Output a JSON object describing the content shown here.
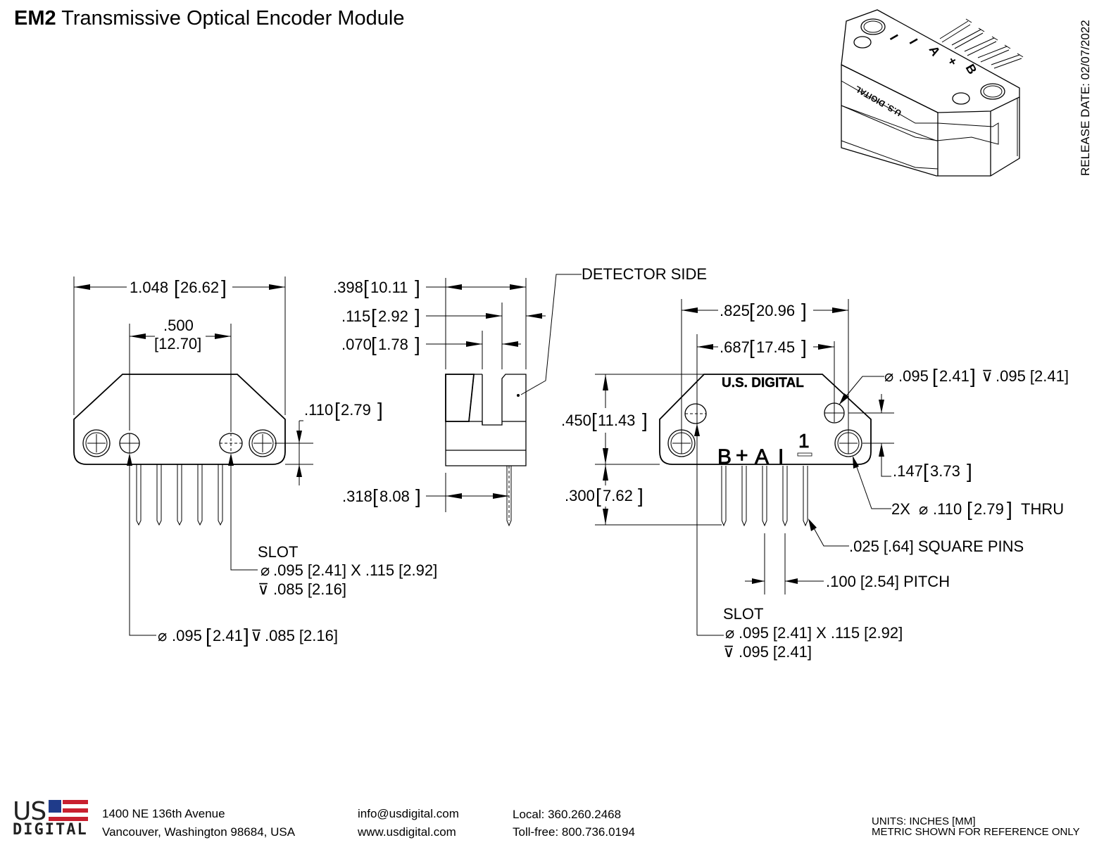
{
  "title": {
    "model": "EM2",
    "name": "Transmissive Optical Encoder Module"
  },
  "release_date": "RELEASE DATE: 02/07/2022",
  "iso_view": {
    "pin_labels": [
      "I",
      "I",
      "A",
      "+",
      "B"
    ],
    "brand": "U.S. DIGITAL"
  },
  "front_view": {
    "overall_width": {
      "in": "1.048",
      "mm": "26.62"
    },
    "slot_spacing": {
      "in": ".500",
      "mm": "[12.70]"
    },
    "hole_offset": {
      "in": ".110",
      "mm": "2.79"
    },
    "slot_note": {
      "label": "SLOT",
      "line1": ".095 [2.41] X .115 [2.92]",
      "line2": ".085 [2.16]"
    },
    "hole_note": {
      "dia_in": ".095",
      "dia_mm": "2.41",
      "depth": ".085 [2.16]"
    }
  },
  "side_view": {
    "width": {
      "in": ".398",
      "mm": "10.11"
    },
    "slot_offset": {
      "in": ".115",
      "mm": "2.92"
    },
    "slot_width": {
      "in": ".070",
      "mm": "1.78"
    },
    "pin_offset": {
      "in": ".318",
      "mm": "8.08"
    },
    "detector_label": "DETECTOR SIDE"
  },
  "rear_view": {
    "mount_spacing": {
      "in": ".825",
      "mm": "20.96"
    },
    "hole_spacing": {
      "in": ".687",
      "mm": "17.45"
    },
    "height": {
      "in": ".450",
      "mm": "11.43"
    },
    "pin_length": {
      "in": ".300",
      "mm": "7.62"
    },
    "hole_note": {
      "dia_in": ".095",
      "dia_mm": "2.41",
      "depth": ".095 [2.41]"
    },
    "hole_offset": {
      "in": ".147",
      "mm": "3.73"
    },
    "thru_note": {
      "qty": "2X",
      "dia_in": ".110",
      "dia_mm": "2.79",
      "suffix": "THRU"
    },
    "pins_note": ".025 [.64] SQUARE PINS",
    "pitch_note": ".100 [2.54] PITCH",
    "slot_note": {
      "label": "SLOT",
      "line1": ".095 [2.41] X .115 [2.92]",
      "line2": ".095 [2.41]"
    },
    "brand": "U.S. DIGITAL",
    "pin_labels": [
      "B",
      "+",
      "A",
      "I",
      "1"
    ]
  },
  "footer": {
    "logo_top": "US",
    "logo_bottom": "DIGITAL",
    "address1": "1400 NE 136th Avenue",
    "address2": "Vancouver, Washington 98684, USA",
    "email": "info@usdigital.com",
    "website": "www.usdigital.com",
    "local_phone": "Local: 360.260.2468",
    "tollfree_phone": "Toll-free: 800.736.0194",
    "units_line1": "UNITS: INCHES [MM]",
    "units_line2": "METRIC SHOWN FOR REFERENCE ONLY"
  },
  "colors": {
    "flag_red": "#c8202f",
    "flag_blue": "#1f3b8a",
    "ink": "#000000"
  }
}
